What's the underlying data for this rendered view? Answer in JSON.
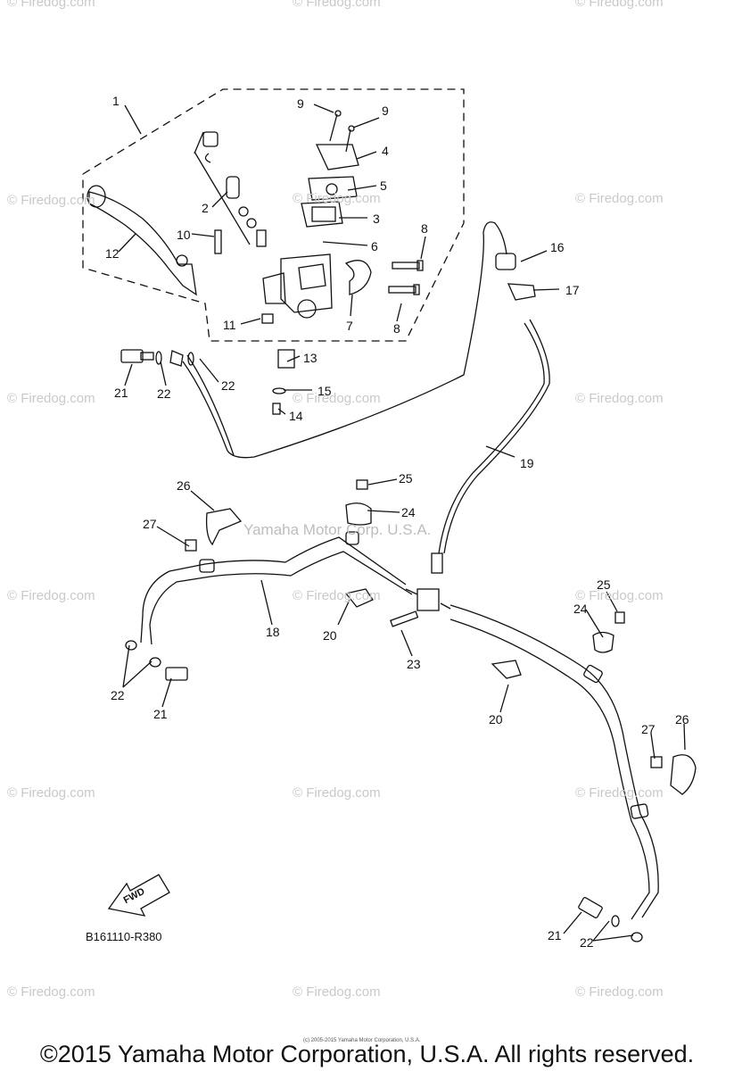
{
  "diagram": {
    "watermark": "© Firedog.com",
    "overlay_text": "Yamaha Motor Corp. U.S.A.",
    "reference_code": "B161110-R380",
    "fwd_label": "FWD",
    "fine_print": "(c) 2005-2015 Yamaha Motor Corporation, U.S.A.",
    "copyright": "©2015 Yamaha Motor Corporation, U.S.A. All rights reserved."
  },
  "callouts": [
    "1",
    "2",
    "3",
    "4",
    "5",
    "6",
    "7",
    "8",
    "8",
    "9",
    "9",
    "10",
    "11",
    "12",
    "13",
    "14",
    "15",
    "16",
    "17",
    "18",
    "19",
    "20",
    "20",
    "21",
    "21",
    "21",
    "22",
    "22",
    "22",
    "22",
    "23",
    "24",
    "24",
    "25",
    "25",
    "26",
    "26",
    "27",
    "27"
  ]
}
